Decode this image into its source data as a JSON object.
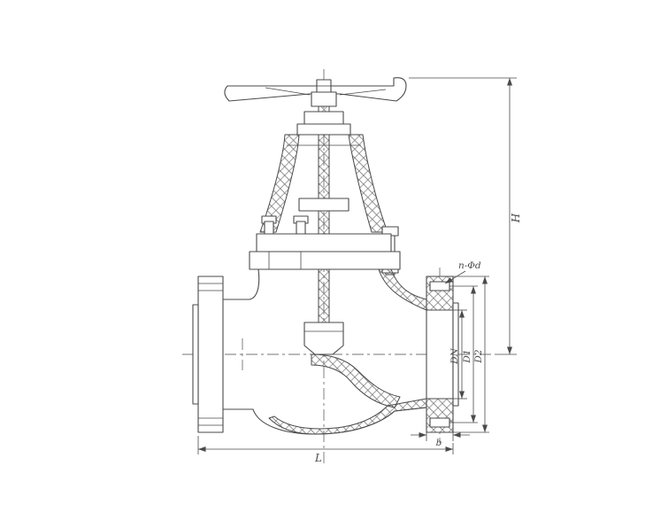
{
  "drawing": {
    "labels": {
      "overall_height": "H",
      "overall_length": "L",
      "flange_thickness": "b",
      "nominal_bore": "DN",
      "bolt_circle_diameter": "D1",
      "flange_outside_diameter": "D2",
      "bolt_holes_note": "n-Φd"
    },
    "colors": {
      "line": "#4a4a4a",
      "hatch": "#707070",
      "background": "#ffffff"
    }
  }
}
